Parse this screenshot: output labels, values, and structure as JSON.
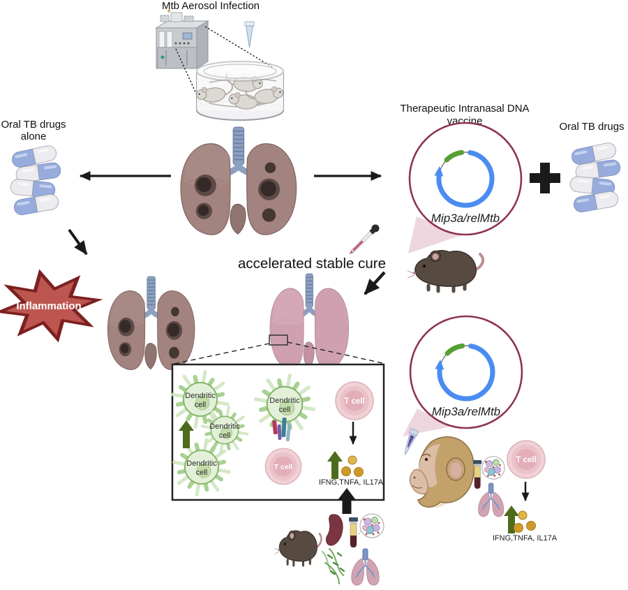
{
  "title": "Mtb Aerosol Infection",
  "left_arm": {
    "label_line1": "Oral TB drugs",
    "label_line2": "alone",
    "outcome": "Inflammation"
  },
  "right_arm": {
    "vaccine_title_line1": "Therapeutic Intranasal DNA",
    "vaccine_title_line2": "vaccine",
    "plasmid_label": "Mip3a/relMtb",
    "plus_drugs_label": "Oral TB drugs",
    "outcome": "accelerated stable cure"
  },
  "inset": {
    "dendritic_line1": "Dendritic",
    "dendritic_line2": "cell",
    "t_cell": "T cell",
    "cytokines": "IFNG,TNFA, IL17A"
  },
  "colors": {
    "plasmid_ring": "#8e3352",
    "plasmid_blue": "#4a8cf0",
    "plasmid_green": "#55a033",
    "inflammation_fill": "#bd5650",
    "inflammation_border": "#7c2020",
    "diseased_lung": "#a3837f",
    "healthy_lung": "#cfa1b0",
    "trachea_blue": "#8ea0bf",
    "pill_blue": "#97acdd",
    "dendritic_green": "#e3f0d9",
    "tcell_pink": "#f1d0d6",
    "cytokine_gold": "#d4a02f",
    "arrow_black": "#1a1a1a",
    "up_arrow_green": "#4e6b1d",
    "wedge_pink": "#ecd2dc"
  }
}
